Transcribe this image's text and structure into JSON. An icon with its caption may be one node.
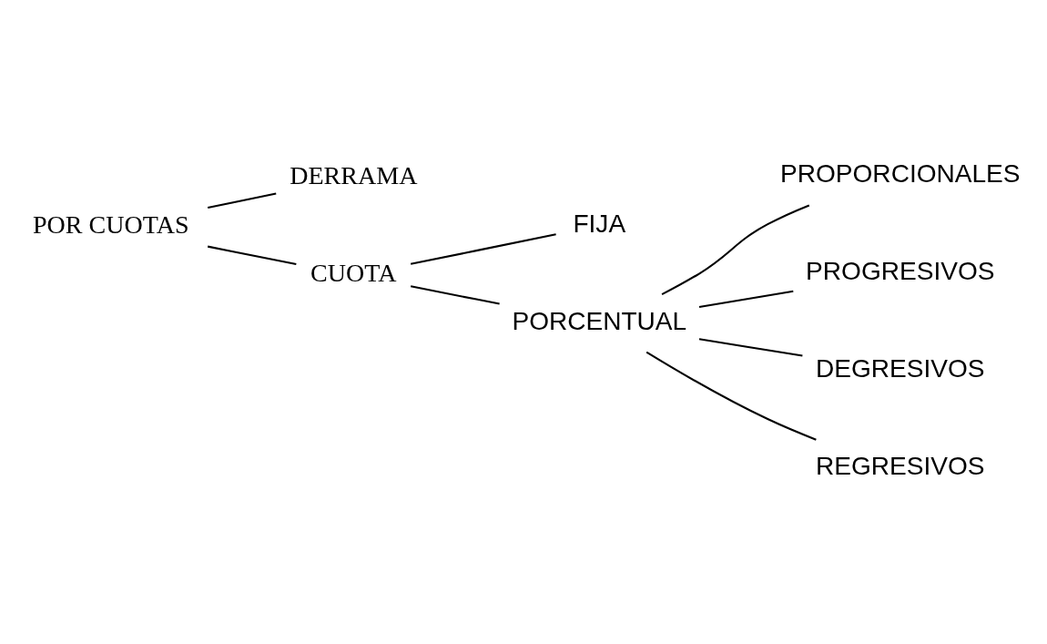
{
  "diagram": {
    "nodes": [
      {
        "text": [
          "POR CUOTAS"
        ]
      },
      {
        "text": [
          "DERRAMA"
        ]
      },
      {
        "text": [
          "CUOTA"
        ]
      },
      {
        "text": [
          "FIJA"
        ]
      },
      {
        "text": [
          "PORCENTUAL"
        ]
      },
      {
        "text": [
          "PROPORCIONALES"
        ]
      },
      {
        "text": [
          "PROGRESIVOS"
        ]
      },
      {
        "text": [
          "DEGRESIVOS"
        ]
      },
      {
        "text": [
          "REGRESIVOS"
        ]
      }
    ],
    "edges": [
      {
        "from": 0,
        "to": 1,
        "arrow": "none"
      },
      {
        "from": 0,
        "to": 2,
        "arrow": "none"
      },
      {
        "from": 2,
        "to": 3,
        "arrow": "none"
      },
      {
        "from": 2,
        "to": 4,
        "arrow": "none"
      },
      {
        "from": 4,
        "to": 5,
        "arrow": "none"
      },
      {
        "from": 4,
        "to": 6,
        "arrow": "none"
      },
      {
        "from": 4,
        "to": 7,
        "arrow": "none"
      },
      {
        "from": 4,
        "to": 8,
        "arrow": "none"
      }
    ]
  }
}
